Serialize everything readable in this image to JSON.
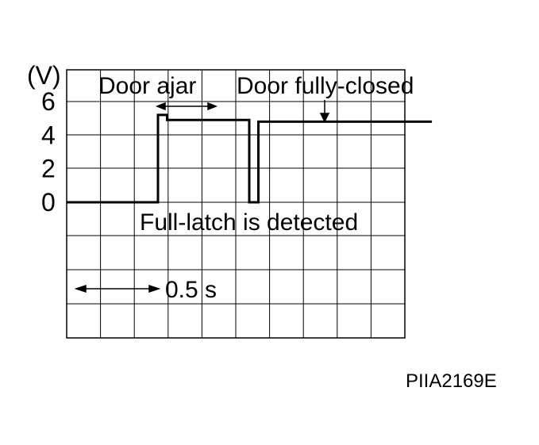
{
  "chart_data": {
    "type": "line",
    "title": "",
    "unit_label": "(V)",
    "ylim": [
      0,
      6
    ],
    "yticks": [
      "0",
      "2",
      "4",
      "6"
    ],
    "grid": true,
    "series": [
      {
        "x": [
          0,
          0.5,
          0.5,
          0.55,
          0.55,
          1.0,
          1.0,
          1.05,
          1.05,
          2.0
        ],
        "values": [
          0,
          0,
          5.2,
          5.2,
          4.9,
          4.9,
          0,
          0,
          4.8,
          4.8
        ]
      }
    ],
    "annotations": {
      "door_ajar": "Door ajar",
      "door_closed": "Door fully-closed",
      "full_latch": "Full-latch is detected",
      "time_div": "0.5 s"
    }
  },
  "figure_code": "PIIA2169E"
}
